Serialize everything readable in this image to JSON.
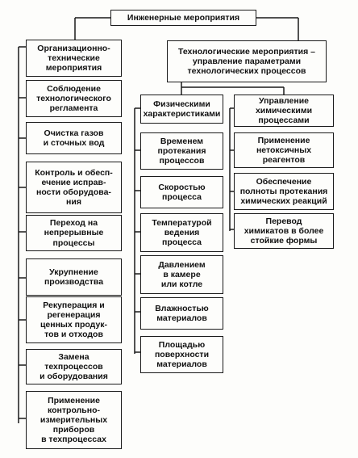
{
  "root": {
    "label": "Инженерные мероприятия"
  },
  "left": {
    "header": "Организационно-\nтехнические\nмероприятия",
    "items": [
      "Соблюдение\nтехнологического\nрегламента",
      "Очистка газов\nи сточных вод",
      "Контроль и обесп-\nечение исправ-\nности оборудова-\nния",
      "Переход на\nнепрерывные\nпроцессы",
      "Укрупнение\nпроизводства",
      "Рекуперация и\nрегенерация\nценных продук-\nтов и отходов",
      "Замена\nтехпроцессов\nи оборудования",
      "Применение\nконтрольно-\nизмерительных\nприборов\nв техпроцессах"
    ]
  },
  "tech": {
    "header": "Технологические мероприятия –\nуправление параметрами\nтехнологических процессов"
  },
  "physical": {
    "header": "Физическими\nхарактеристиками",
    "items": [
      "Временем\nпротекания\nпроцессов",
      "Скоростью\nпроцесса",
      "Температурой\nведения\nпроцесса",
      "Давлением\nв камере\nили котле",
      "Влажностью\nматериалов",
      "Площадью\nповерхности\nматериалов"
    ]
  },
  "chemical": {
    "header": "Управление\nхимическими\nпроцессами",
    "items": [
      "Применение\nнетоксичных\nреагентов",
      "Обеспечение\nполноты протекания\nхимических реакций",
      "Перевод\nхимикатов в более\nстойкие формы"
    ]
  }
}
